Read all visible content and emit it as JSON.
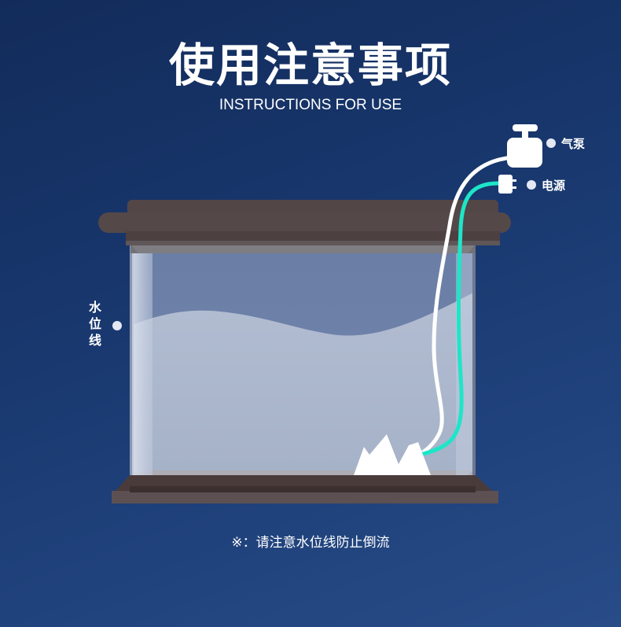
{
  "header": {
    "title": "使用注意事项",
    "subtitle": "INSTRUCTIONS FOR USE"
  },
  "diagram": {
    "labels": {
      "air_pump": "气泵",
      "power": "电源",
      "water_level_chars": [
        "水",
        "位",
        "线"
      ]
    },
    "icons": [
      "air-pump-icon",
      "power-plug-icon",
      "rock-decoration-icon"
    ],
    "colors": {
      "background_top": "#122b5a",
      "background_bottom": "#284c88",
      "tank_frame": "#5a4c4c",
      "water": "#aab6cc",
      "air_tube": "#ffffff",
      "power_cable": "#1de6c8"
    }
  },
  "footer": {
    "note": "※：请注意水位线防止倒流"
  }
}
